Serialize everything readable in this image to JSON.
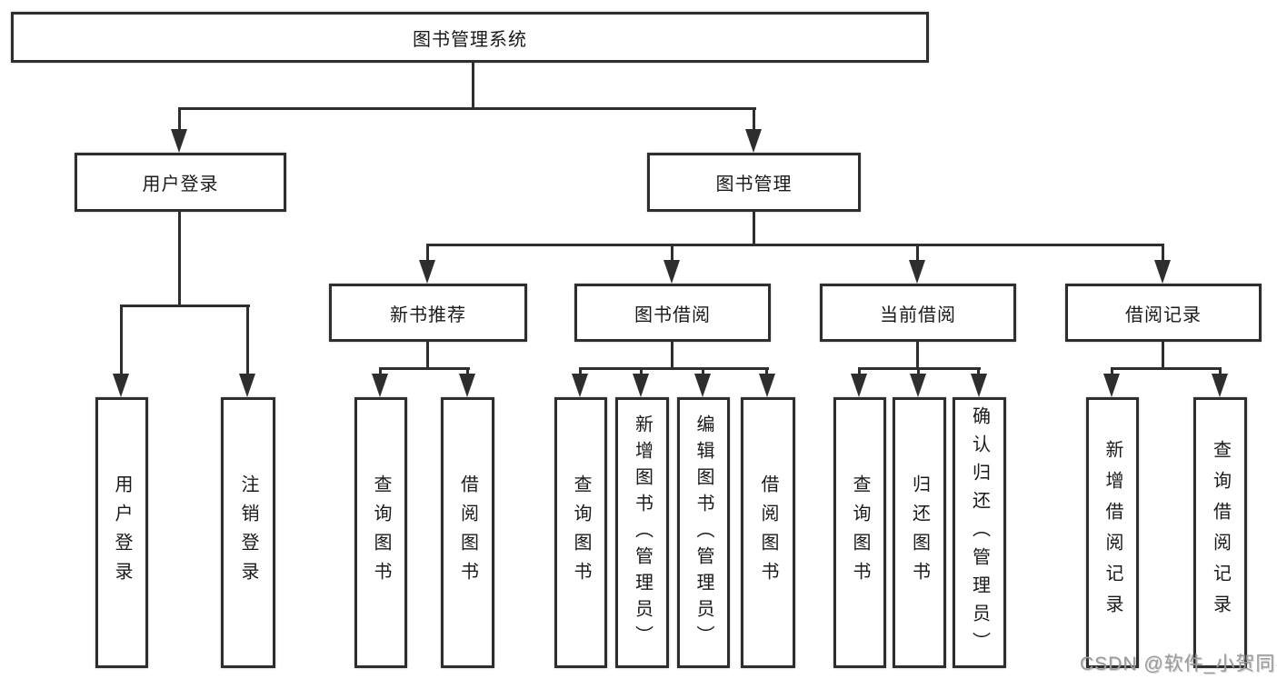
{
  "diagram": {
    "background": "#ffffff",
    "line_color": "#2e2e2e",
    "watermark": "CSDN @软件_小贺同学",
    "watermark_color": "#9a9a9a",
    "nodes": {
      "root": "图书管理系统",
      "user_login": "用户登录",
      "book_mgmt": "图书管理",
      "new_book_rec": "新书推荐",
      "book_borrow": "图书借阅",
      "current_borrow": "当前借阅",
      "borrow_records": "借阅记录",
      "leaf_user_login": "用户登录",
      "leaf_logout": "注销登录",
      "leaf_nbr_query": "查询图书",
      "leaf_nbr_borrow": "借阅图书",
      "leaf_bb_query": "查询图书",
      "leaf_bb_add": "新增图书（管理员）",
      "leaf_bb_edit": "编辑图书（管理员）",
      "leaf_bb_borrow": "借阅图书",
      "leaf_cb_query": "查询图书",
      "leaf_cb_return": "归还图书",
      "leaf_cb_confirm": "确认归还（管理员）",
      "leaf_br_add": "新增借阅记录",
      "leaf_br_query": "查询借阅记录"
    }
  }
}
